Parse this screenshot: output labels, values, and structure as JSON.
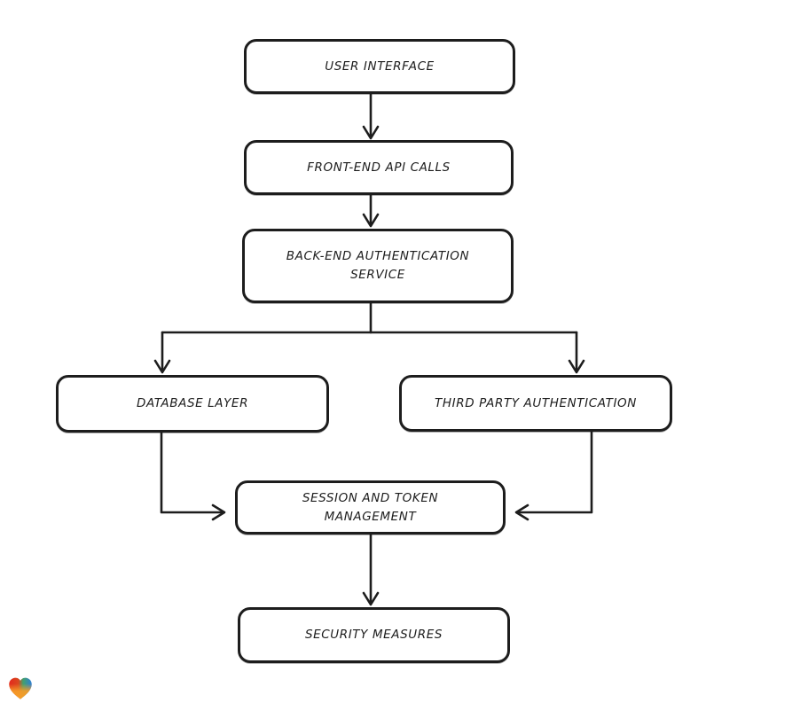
{
  "diagram": {
    "type": "flowchart",
    "nodes": [
      {
        "id": "user-interface",
        "label": "USER INTERFACE"
      },
      {
        "id": "front-end-api-calls",
        "label": "FRONT-END API CALLS"
      },
      {
        "id": "back-end-authentication-service",
        "label": "BACK-END AUTHENTICATION SERVICE"
      },
      {
        "id": "database-layer",
        "label": "DATABASE LAYER"
      },
      {
        "id": "third-party-authentication",
        "label": "THIRD PARTY AUTHENTICATION"
      },
      {
        "id": "session-and-token-management",
        "label": "SESSION AND TOKEN MANAGEMENT"
      },
      {
        "id": "security-measures",
        "label": "SECURITY MEASURES"
      }
    ],
    "edges": [
      {
        "from": "user-interface",
        "to": "front-end-api-calls"
      },
      {
        "from": "front-end-api-calls",
        "to": "back-end-authentication-service"
      },
      {
        "from": "back-end-authentication-service",
        "to": "database-layer"
      },
      {
        "from": "back-end-authentication-service",
        "to": "third-party-authentication"
      },
      {
        "from": "database-layer",
        "to": "session-and-token-management"
      },
      {
        "from": "third-party-authentication",
        "to": "session-and-token-management"
      },
      {
        "from": "session-and-token-management",
        "to": "security-measures"
      }
    ],
    "colors": {
      "stroke": "#1d1d1d",
      "node_fill": "#ffffff",
      "background": "#ffffff"
    }
  },
  "logo": {
    "name": "heart-logo",
    "colors": {
      "red": "#e4291d",
      "teal": "#43a06c",
      "blue": "#2f7fd6",
      "orange": "#f69d28"
    }
  }
}
